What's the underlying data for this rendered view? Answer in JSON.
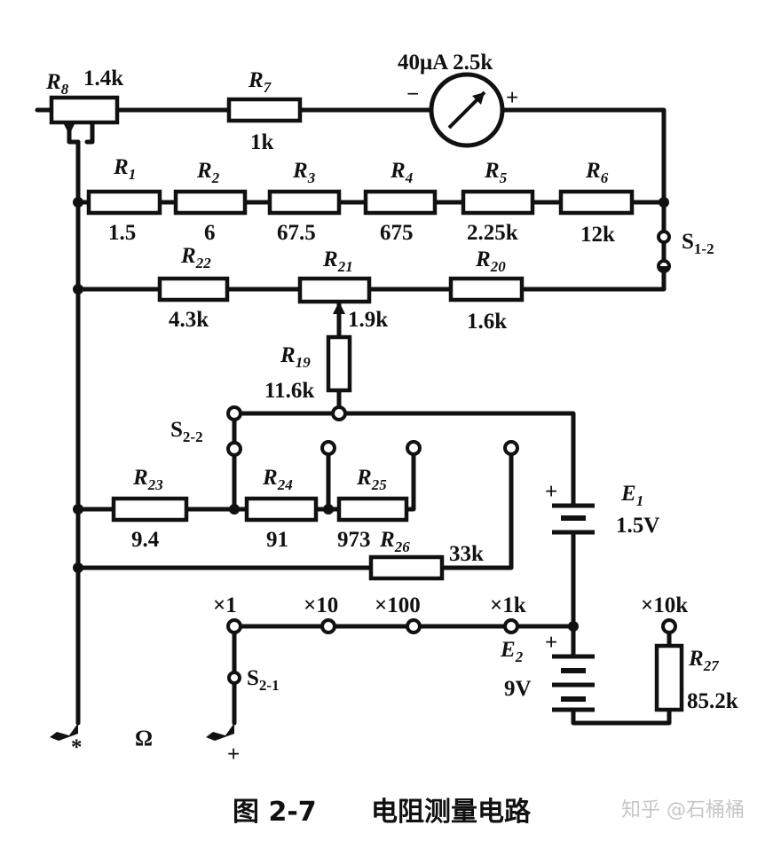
{
  "components": {
    "R8": {
      "name": "R",
      "sub": "8",
      "value": "1.4k"
    },
    "R7": {
      "name": "R",
      "sub": "7",
      "value": "1k"
    },
    "meter": {
      "rating": "40μA 2.5k",
      "minus": "−",
      "plus": "+"
    },
    "R1": {
      "name": "R",
      "sub": "1",
      "value": "1.5"
    },
    "R2": {
      "name": "R",
      "sub": "2",
      "value": "6"
    },
    "R3": {
      "name": "R",
      "sub": "3",
      "value": "67.5"
    },
    "R4": {
      "name": "R",
      "sub": "4",
      "value": "675"
    },
    "R5": {
      "name": "R",
      "sub": "5",
      "value": "2.25k"
    },
    "R6": {
      "name": "R",
      "sub": "6",
      "value": "12k"
    },
    "R22": {
      "name": "R",
      "sub": "22",
      "value": "4.3k"
    },
    "R21": {
      "name": "R",
      "sub": "21",
      "value": "1.9k"
    },
    "R20": {
      "name": "R",
      "sub": "20",
      "value": "1.6k"
    },
    "R19": {
      "name": "R",
      "sub": "19",
      "value": "11.6k"
    },
    "R23": {
      "name": "R",
      "sub": "23",
      "value": "9.4"
    },
    "R24": {
      "name": "R",
      "sub": "24",
      "value": "91"
    },
    "R25": {
      "name": "R",
      "sub": "25",
      "value": "973"
    },
    "R26": {
      "name": "R",
      "sub": "26",
      "value": "33k"
    },
    "R27": {
      "name": "R",
      "sub": "27",
      "value": "85.2k"
    },
    "E1": {
      "name": "E",
      "sub": "1",
      "value": "1.5V",
      "plus": "+"
    },
    "E2": {
      "name": "E",
      "sub": "2",
      "value": "9V",
      "plus": "+"
    }
  },
  "switches": {
    "S12": {
      "name": "S",
      "sub": "1-2"
    },
    "S22": {
      "name": "S",
      "sub": "2-2"
    },
    "S21": {
      "name": "S",
      "sub": "2-1"
    }
  },
  "ranges": {
    "x1": "×1",
    "x10": "×10",
    "x100": "×100",
    "x1k": "×1k",
    "x10k": "×10k"
  },
  "terminals": {
    "neg": "*",
    "pos": "+",
    "ohm": "Ω"
  },
  "caption": {
    "figure": "图 2-7",
    "title": "电阻测量电路"
  },
  "watermark": "知乎 @石桶桶"
}
